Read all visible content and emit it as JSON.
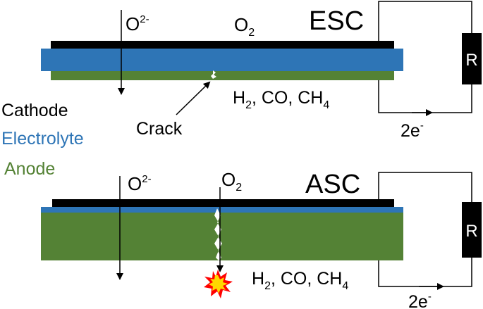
{
  "colors": {
    "cathode": "#000000",
    "electrolyte": "#2e75b6",
    "anode": "#548235",
    "crack": "#ffffff",
    "explosion_outer": "#ff0000",
    "explosion_inner": "#ffd700"
  },
  "legend": {
    "cathode": "Cathode",
    "electrolyte": "Electrolyte",
    "anode": "Anode"
  },
  "esc": {
    "title": "ESC",
    "oxide_ion": "O",
    "oxide_ion_sup": "2-",
    "oxygen": "O",
    "oxygen_sub": "2",
    "fuel": {
      "h": "H",
      "h_sub": "2",
      "rest": ", CO, CH",
      "ch_sub": "4"
    },
    "crack_label": "Crack",
    "resistor": "R",
    "electrons": "2e",
    "electrons_sup": "-"
  },
  "asc": {
    "title": "ASC",
    "oxide_ion": "O",
    "oxide_ion_sup": "2-",
    "oxygen": "O",
    "oxygen_sub": "2",
    "fuel": {
      "h": "H",
      "h_sub": "2",
      "rest": ", CO, CH",
      "ch_sub": "4"
    },
    "resistor": "R",
    "electrons": "2e",
    "electrons_sup": "-"
  }
}
